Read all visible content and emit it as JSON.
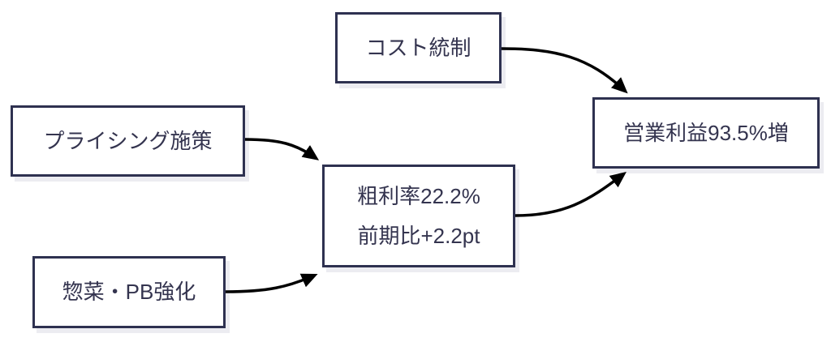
{
  "diagram": {
    "colors": {
      "box_border": "#2e3150",
      "box_fill": "#ffffff",
      "text": "#34344f",
      "arrow": "#000000",
      "shadow": "#ececf1",
      "background": "#ffffff"
    },
    "nodes": [
      {
        "id": "cost-control",
        "label": "コスト統制"
      },
      {
        "id": "pricing-initiatives",
        "label": "プライシング施策"
      },
      {
        "id": "deli-pb-strengthening",
        "label": "惣菜・PB強化"
      },
      {
        "id": "gross-margin",
        "lines": [
          "粗利率22.2%",
          "前期比+2.2pt"
        ]
      },
      {
        "id": "operating-profit",
        "label": "営業利益93.5%増"
      }
    ],
    "edges": [
      {
        "from": "コスト統制",
        "to": "営業利益93.5%増"
      },
      {
        "from": "プライシング施策",
        "to": "粗利率22.2% 前期比+2.2pt"
      },
      {
        "from": "惣菜・PB強化",
        "to": "粗利率22.2% 前期比+2.2pt"
      },
      {
        "from": "粗利率22.2% 前期比+2.2pt",
        "to": "営業利益93.5%増"
      }
    ]
  }
}
